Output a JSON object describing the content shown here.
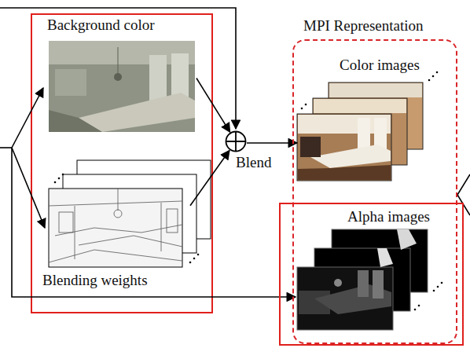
{
  "diagram": {
    "nodes": [
      {
        "text": [
          "Background color"
        ]
      },
      {
        "text": [
          "Blending weights"
        ]
      },
      {
        "text": [
          "Blend"
        ]
      },
      {
        "text": [
          "MPI Representation"
        ]
      },
      {
        "text": [
          "Color images"
        ],
        "in": 3
      },
      {
        "text": [
          "Alpha images"
        ],
        "in": 3
      }
    ],
    "edges": [
      {
        "from": 0,
        "to": 2,
        "arrow": "to"
      },
      {
        "from": 1,
        "to": 2,
        "arrow": "to"
      },
      {
        "from": 2,
        "to": 4,
        "arrow": "to"
      }
    ]
  }
}
